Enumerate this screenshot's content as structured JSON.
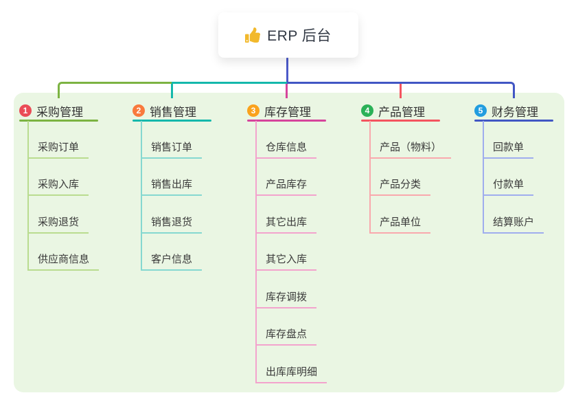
{
  "root": {
    "label": "ERP 后台",
    "icon": "thumbs-up-icon"
  },
  "branches": [
    {
      "badge": "1",
      "label": "采购管理",
      "badge_color": "#ea4c56",
      "line_color": "#7cb342",
      "child_line_color": "#b9dc8f",
      "children": [
        "采购订单",
        "采购入库",
        "采购退货",
        "供应商信息"
      ]
    },
    {
      "badge": "2",
      "label": "销售管理",
      "badge_color": "#f97a3d",
      "line_color": "#14b8ab",
      "child_line_color": "#85d8d0",
      "children": [
        "销售订单",
        "销售出库",
        "销售退货",
        "客户信息"
      ]
    },
    {
      "badge": "3",
      "label": "库存管理",
      "badge_color": "#faa21d",
      "line_color": "#d6449c",
      "child_line_color": "#f3a3cd",
      "children": [
        "仓库信息",
        "产品库存",
        "其它出库",
        "其它入库",
        "库存调拨",
        "库存盘点",
        "出库库明细"
      ]
    },
    {
      "badge": "4",
      "label": "产品管理",
      "badge_color": "#2bb157",
      "line_color": "#f4545f",
      "child_line_color": "#f9a8ad",
      "children": [
        "产品（物料）",
        "产品分类",
        "产品单位"
      ]
    },
    {
      "badge": "5",
      "label": "财务管理",
      "badge_color": "#219ddf",
      "line_color": "#4156c4",
      "child_line_color": "#9fadee",
      "children": [
        "回款单",
        "付款单",
        "结算账户"
      ]
    }
  ],
  "connector_colors": {
    "root_line": "#4c5ac9",
    "left_segment": "#7cb342",
    "mid_segment": "#14b8ab",
    "right_segment": "#4156c4"
  },
  "panel_color": "#eaf6e3",
  "icon_colors": {
    "thumb_yellow": "#f2b92c"
  }
}
